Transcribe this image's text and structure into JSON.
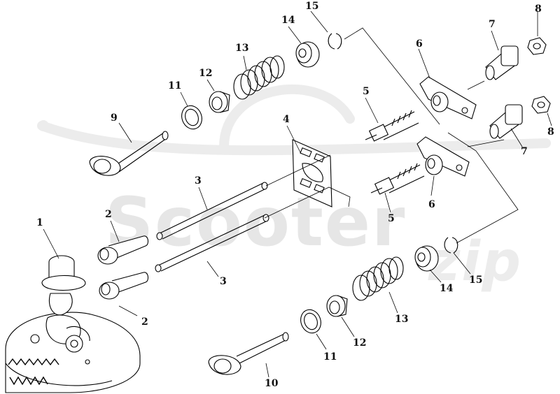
{
  "watermark": {
    "brand": "Scooter",
    "sub": "zip"
  },
  "callouts": {
    "c1": "1",
    "c2a": "2",
    "c2b": "2",
    "c3a": "3",
    "c3b": "3",
    "c4": "4",
    "c5a": "5",
    "c5b": "5",
    "c6a": "6",
    "c6b": "6",
    "c7a": "7",
    "c7b": "7",
    "c8a": "8",
    "c8b": "8",
    "c9": "9",
    "c10": "10",
    "c11a": "11",
    "c11b": "11",
    "c12a": "12",
    "c12b": "12",
    "c13a": "13",
    "c13b": "13",
    "c14a": "14",
    "c14b": "14",
    "c15a": "15",
    "c15b": "15"
  }
}
